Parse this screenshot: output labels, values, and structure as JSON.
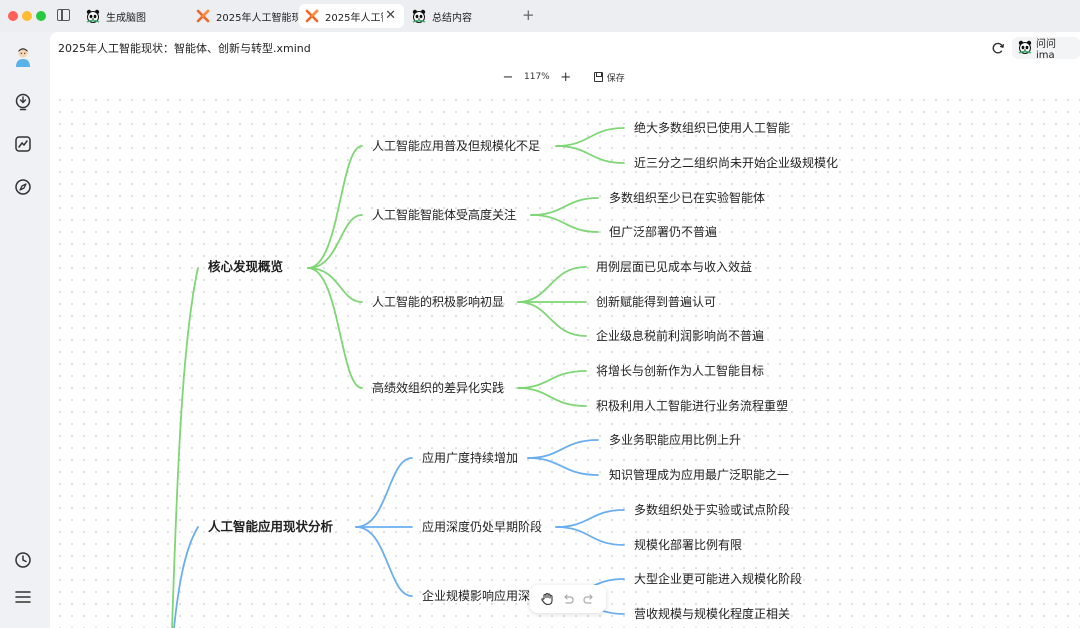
{
  "tabs": [
    {
      "label": "生成脑图",
      "icon": "panda-icon",
      "active": false
    },
    {
      "label": "2025年人工智能现",
      "icon": "xmind-icon",
      "active": false
    },
    {
      "label": "2025年人工智",
      "icon": "xmind-icon",
      "active": true
    },
    {
      "label": "总结内容",
      "icon": "panda-icon",
      "active": false
    }
  ],
  "add_tab_label": "+",
  "close_glyph": "✕",
  "document": {
    "title": "2025年人工智能现状：智能体、创新与转型.xmind",
    "ask_label": "问问ima"
  },
  "toolbar": {
    "minus": "−",
    "zoom": "117%",
    "plus": "+",
    "save_label": "保存"
  },
  "mindmap": {
    "branches": [
      {
        "label": "核心发现概览",
        "color": "#7ed674",
        "children": [
          {
            "label": "人工智能应用普及但规模化不足",
            "children": [
              "绝大多数组织已使用人工智能",
              "近三分之二组织尚未开始企业级规模化"
            ]
          },
          {
            "label": "人工智能智能体受高度关注",
            "children": [
              "多数组织至少已在实验智能体",
              "但广泛部署仍不普遍"
            ]
          },
          {
            "label": "人工智能的积极影响初显",
            "children": [
              "用例层面已见成本与收入效益",
              "创新赋能得到普遍认可",
              "企业级息税前利润影响尚不普遍"
            ]
          },
          {
            "label": "高绩效组织的差异化实践",
            "children": [
              "将增长与创新作为人工智能目标",
              "积极利用人工智能进行业务流程重塑"
            ]
          }
        ]
      },
      {
        "label": "人工智能应用现状分析",
        "color": "#6aaef2",
        "children": [
          {
            "label": "应用广度持续增加",
            "children": [
              "多业务职能应用比例上升",
              "知识管理成为应用最广泛职能之一"
            ]
          },
          {
            "label": "应用深度仍处早期阶段",
            "children": [
              "多数组织处于实验或试点阶段",
              "规模化部署比例有限"
            ]
          },
          {
            "label": "企业规模影响应用深度",
            "children": [
              "大型企业更可能进入规模化阶段",
              "营收规模与规模化程度正相关"
            ]
          }
        ]
      }
    ]
  }
}
